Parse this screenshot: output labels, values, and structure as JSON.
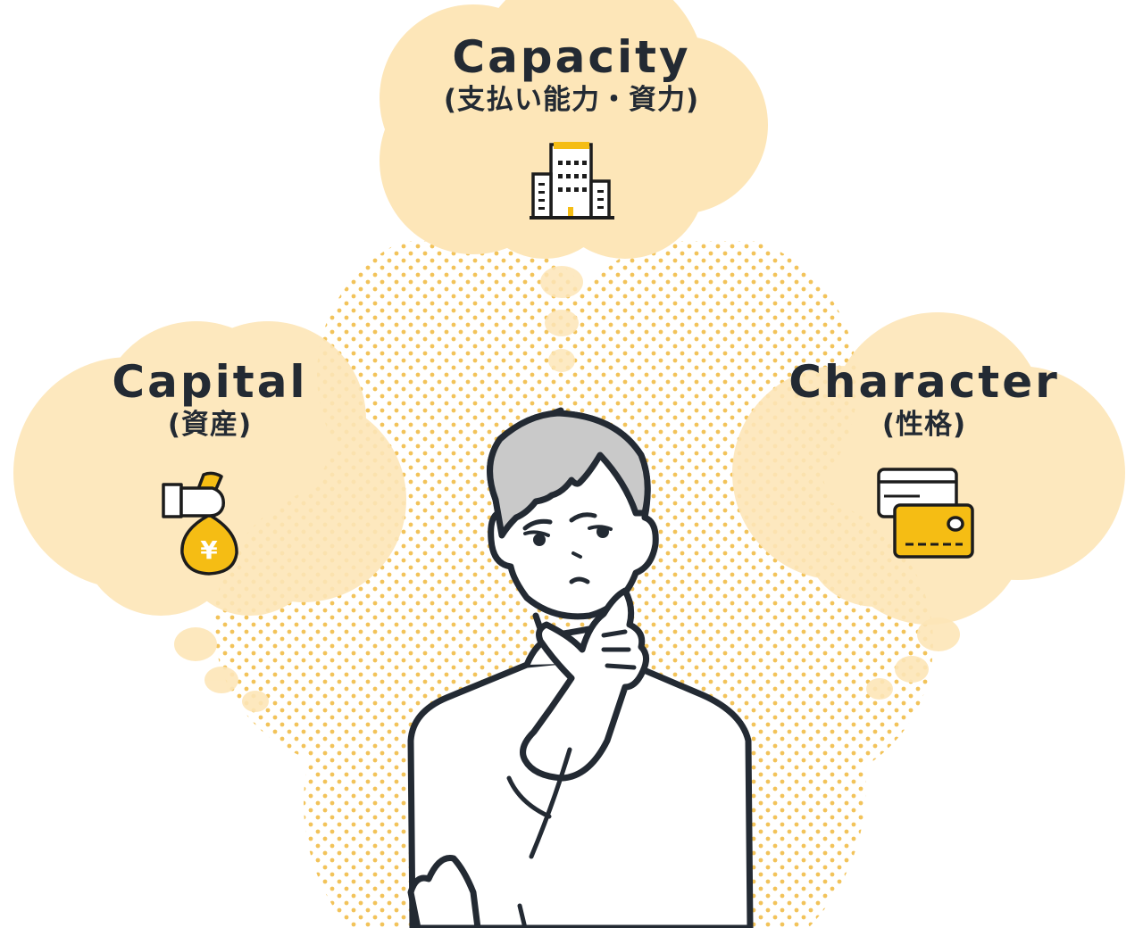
{
  "colors": {
    "cloud": "#fde6b8",
    "dot": "#f2c35a",
    "ink": "#232a33",
    "accent": "#f5bd14",
    "hair": "#c9c9c9"
  },
  "bubbles": {
    "capacity": {
      "title": "Capacity",
      "subtitle": "(支払い能力・資力)",
      "icon": "office-building-icon"
    },
    "capital": {
      "title": "Capital",
      "subtitle": "(資産)",
      "icon": "money-bag-yen-icon"
    },
    "character": {
      "title": "Character",
      "subtitle": "(性格)",
      "icon": "credit-cards-icon"
    }
  },
  "figure": {
    "description": "thinking man with hand on chin"
  }
}
